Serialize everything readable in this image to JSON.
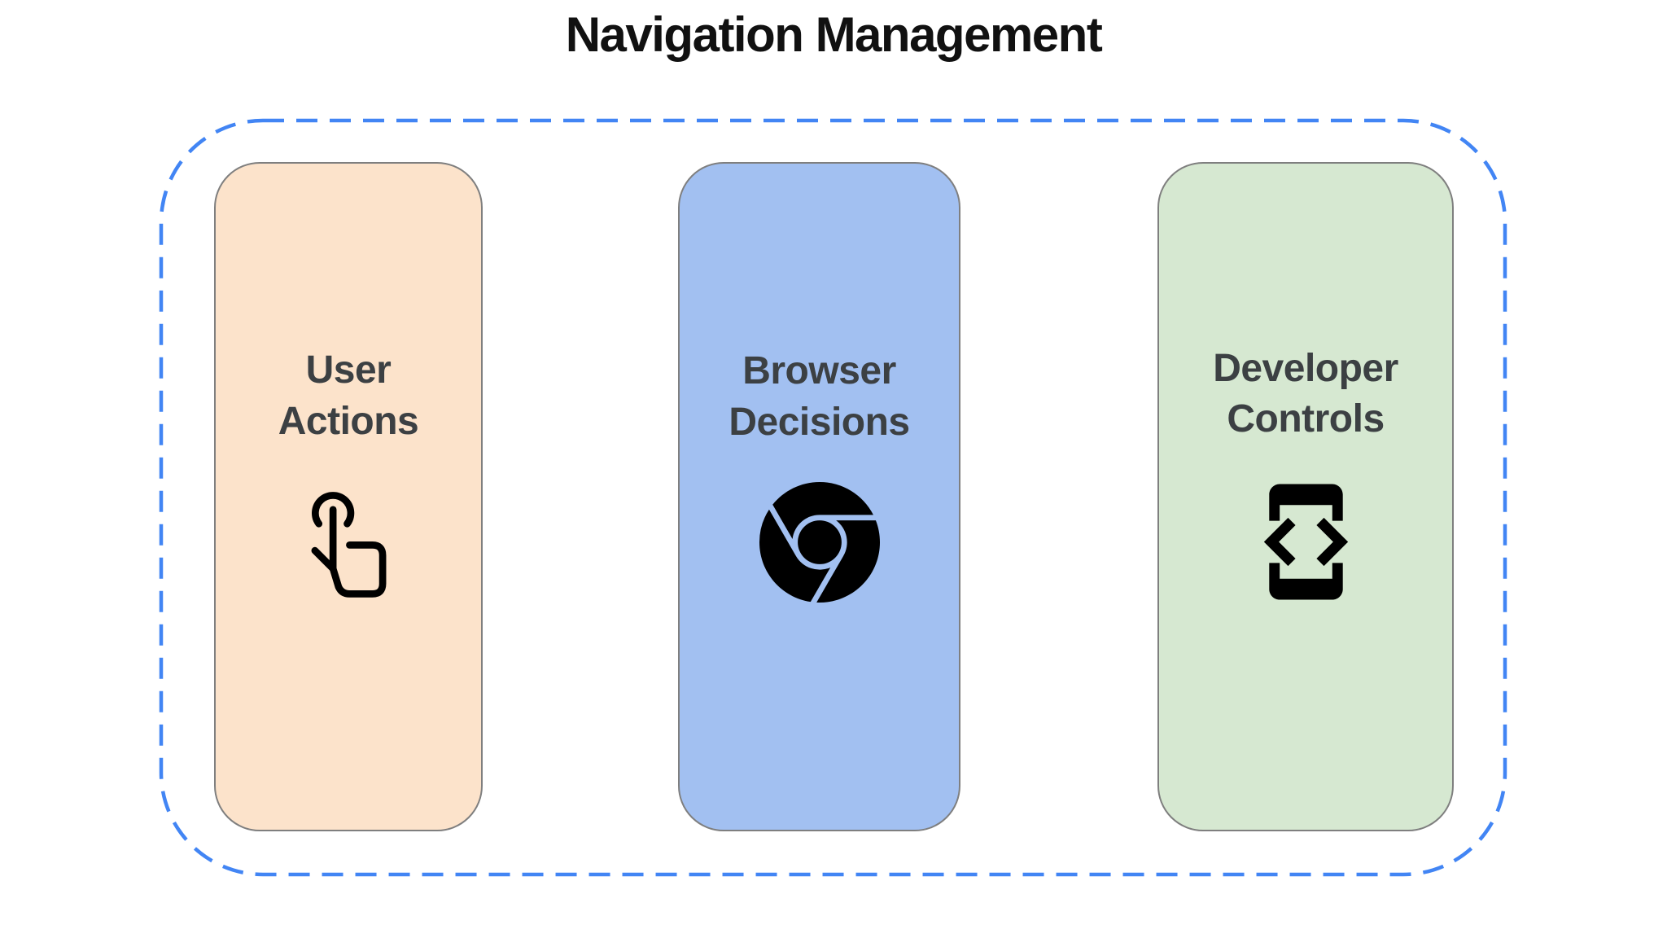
{
  "title": "Navigation Management",
  "container": {
    "border_color": "#4285F4",
    "border_style": "dashed"
  },
  "colors": {
    "title_text": "#111111",
    "label_text": "#3C4043",
    "card_border": "#7F7F7F",
    "icon": "#000000",
    "page_background": "#FFFFFF"
  },
  "cards": [
    {
      "id": "user-actions",
      "label": "User Actions",
      "bg": "#FCE3CB",
      "icon": "touch-gesture-icon"
    },
    {
      "id": "browser-decisions",
      "label": "Browser Decisions",
      "bg": "#A2C0F1",
      "icon": "chrome-browser-icon"
    },
    {
      "id": "developer-controls",
      "label": "Developer Controls",
      "bg": "#D6E8D1",
      "icon": "developer-mode-icon"
    }
  ]
}
